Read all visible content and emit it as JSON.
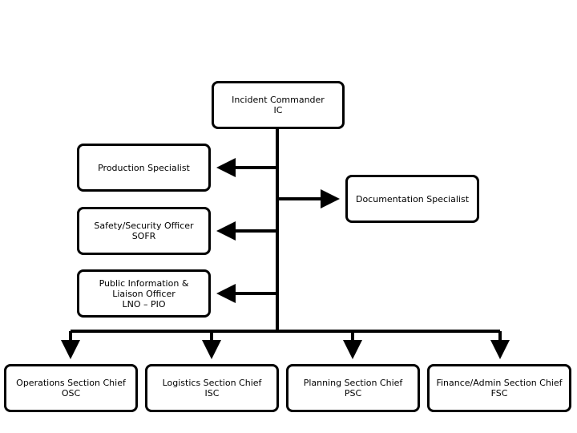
{
  "chart_data": {
    "type": "org-chart",
    "nodes": [
      {
        "id": "ic",
        "lines": [
          "Incident Commander",
          "IC"
        ]
      },
      {
        "id": "prod",
        "lines": [
          "Production Specialist"
        ]
      },
      {
        "id": "doc",
        "lines": [
          "Documentation Specialist"
        ]
      },
      {
        "id": "sofr",
        "lines": [
          "Safety/Security Officer",
          "SOFR"
        ]
      },
      {
        "id": "pio",
        "lines": [
          "Public Information &",
          "Liaison Officer",
          "LNO – PIO"
        ]
      },
      {
        "id": "osc",
        "lines": [
          "Operations Section Chief",
          "OSC"
        ]
      },
      {
        "id": "isc",
        "lines": [
          "Logistics Section Chief",
          "ISC"
        ]
      },
      {
        "id": "psc",
        "lines": [
          "Planning Section Chief",
          "PSC"
        ]
      },
      {
        "id": "fsc",
        "lines": [
          "Finance/Admin Section Chief",
          "FSC"
        ]
      }
    ],
    "edges": [
      {
        "from": "ic",
        "to": "prod"
      },
      {
        "from": "ic",
        "to": "doc"
      },
      {
        "from": "ic",
        "to": "sofr"
      },
      {
        "from": "ic",
        "to": "pio"
      },
      {
        "from": "ic",
        "to": "osc"
      },
      {
        "from": "ic",
        "to": "isc"
      },
      {
        "from": "ic",
        "to": "psc"
      },
      {
        "from": "ic",
        "to": "fsc"
      }
    ],
    "colors": {
      "line": "#000000",
      "box_border": "#000000",
      "box_fill": "#ffffff",
      "text": "#000000"
    }
  }
}
